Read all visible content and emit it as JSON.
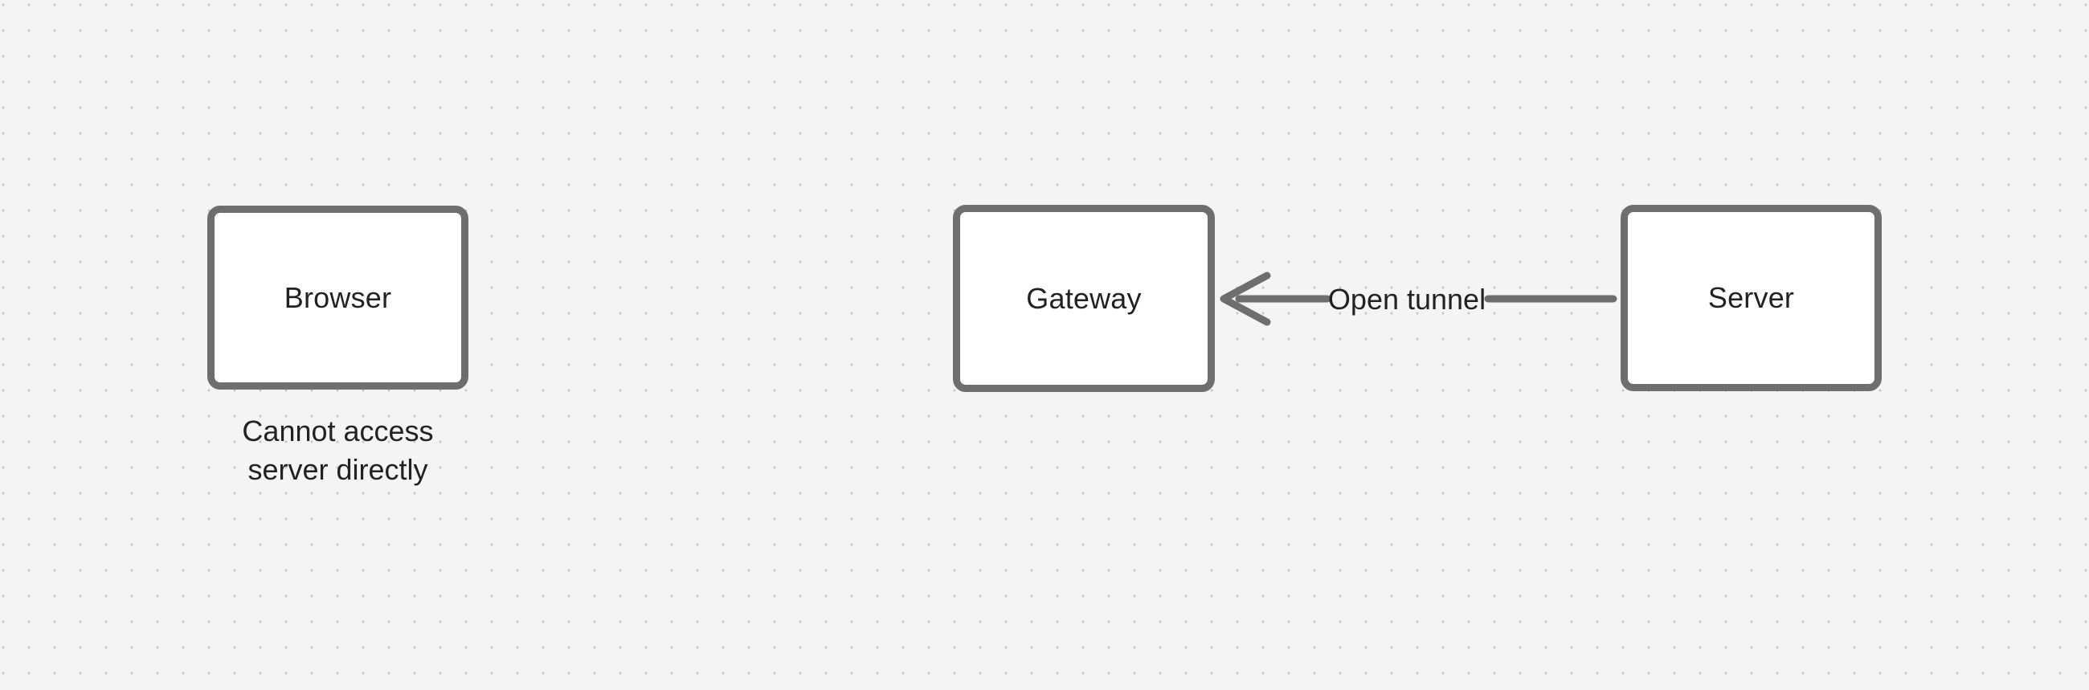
{
  "colors": {
    "canvas-bg": "#f4f4f4",
    "dot": "#c9c9c9",
    "stroke": "#6e6e6e",
    "text": "#222222",
    "node-fill": "#ffffff"
  },
  "nodes": [
    {
      "id": "browser",
      "label": "Browser"
    },
    {
      "id": "gateway",
      "label": "Gateway"
    },
    {
      "id": "server",
      "label": "Server"
    }
  ],
  "annotations": [
    {
      "id": "browser-note",
      "text": "Cannot access\nserver directly"
    }
  ],
  "connectors": [
    {
      "id": "server-to-gateway",
      "from": "server",
      "to": "gateway",
      "direction": "right-to-left",
      "label": "Open tunnel"
    }
  ]
}
